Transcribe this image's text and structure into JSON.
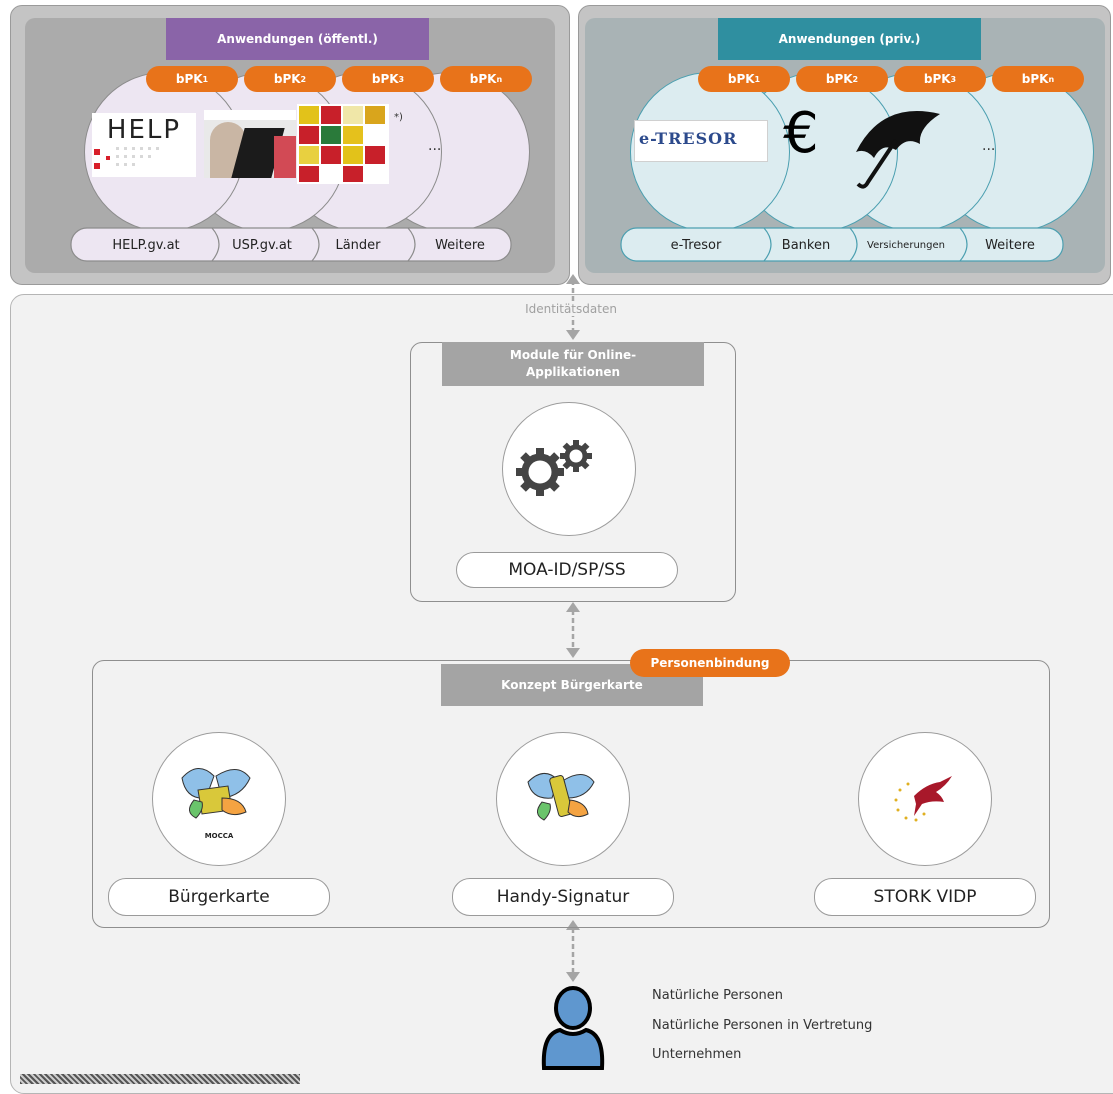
{
  "public_apps": {
    "header": "Anwendungen (öffentl.)",
    "bpk": [
      "bPK",
      "bPK",
      "bPK",
      "bPK"
    ],
    "bpk_sub": [
      "1",
      "2",
      "3",
      "n"
    ],
    "help_logo": "HELP",
    "footnote": "*)",
    "ellipsis": "...",
    "labels": [
      "HELP.gv.at",
      "USP.gv.at",
      "Länder",
      "Weitere"
    ],
    "colors": {
      "header": "#8a64a8",
      "circle": "#ede6f2"
    }
  },
  "private_apps": {
    "header": "Anwendungen (priv.)",
    "bpk": [
      "bPK",
      "bPK",
      "bPK",
      "bPK"
    ],
    "bpk_sub": [
      "1",
      "2",
      "3",
      "n"
    ],
    "tresor_logo": "e-TRESOR",
    "euro": "€",
    "ellipsis": "...",
    "labels": [
      "e-Tresor",
      "Banken",
      "Versicherungen",
      "Weitere"
    ],
    "colors": {
      "header": "#2f8fa0",
      "circle": "#dcecf0"
    }
  },
  "bpk_color": "#e8731a",
  "identity_label": "Identitätsdaten",
  "module": {
    "header": "Module für Online-Applikationen",
    "label": "MOA-ID/SP/SS",
    "icon": "gears-icon"
  },
  "concept": {
    "header": "Konzept Bürgerkarte",
    "badge": "Personenbindung",
    "items": [
      {
        "label": "Bürgerkarte",
        "icon": "citizen-card-icon",
        "logo_text": "MOCCA"
      },
      {
        "label": "Handy-Signatur",
        "icon": "mobile-signature-icon"
      },
      {
        "label": "STORK VIDP",
        "icon": "stork-icon"
      }
    ]
  },
  "persons": [
    "Natürliche Personen",
    "Natürliche Personen in Vertretung",
    "Unternehmen"
  ]
}
